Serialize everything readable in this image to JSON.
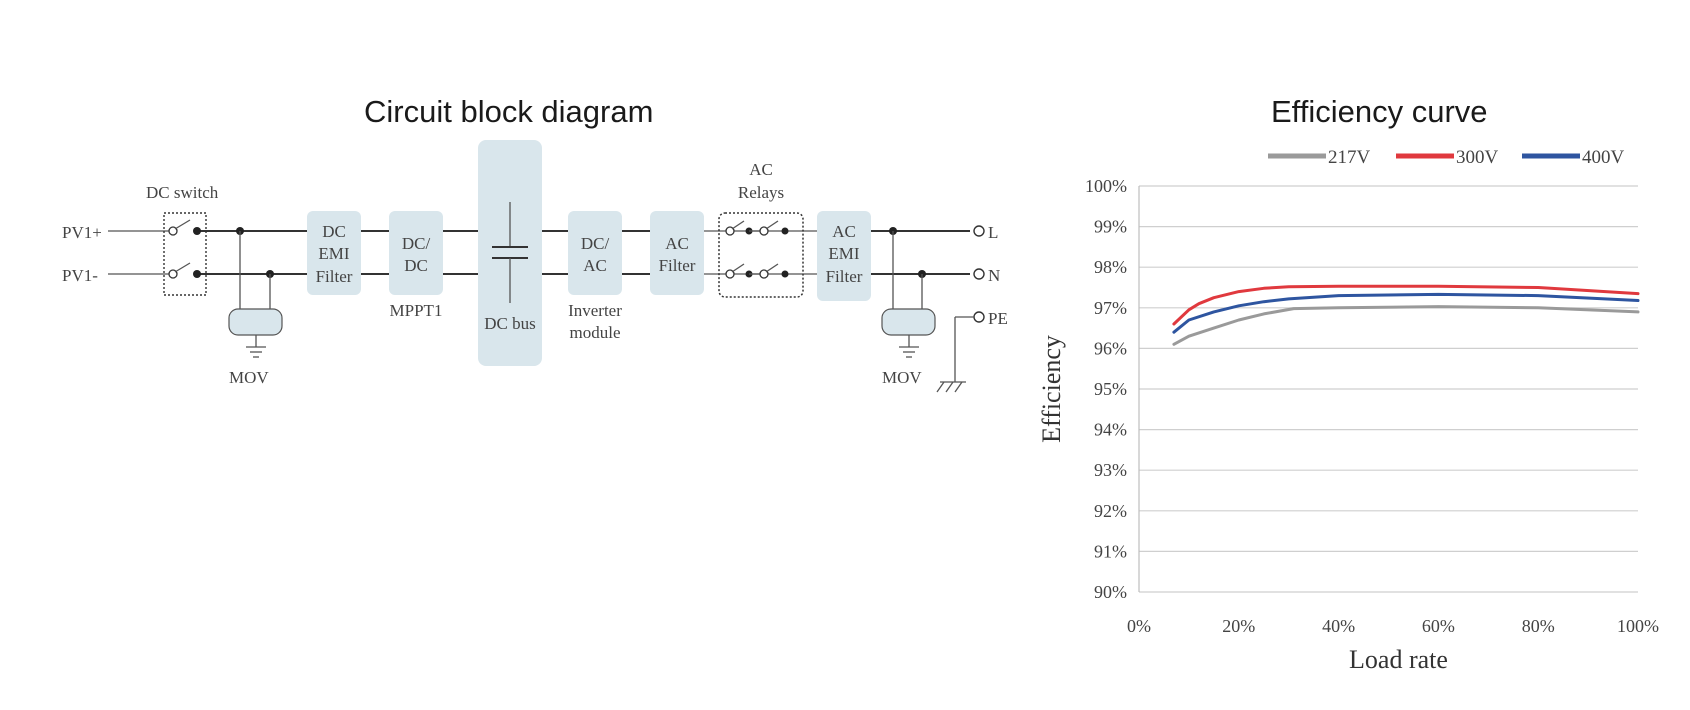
{
  "diagram": {
    "title": "Circuit block diagram",
    "inputs": {
      "pv_pos": "PV1+",
      "pv_neg": "PV1-"
    },
    "labels": {
      "dc_switch": "DC switch",
      "mov_left": "MOV",
      "mov_right": "MOV",
      "mppt": "MPPT1",
      "dc_bus": "DC bus",
      "inverter_line1": "Inverter",
      "inverter_line2": "module",
      "ac_relays_line1": "AC",
      "ac_relays_line2": "Relays"
    },
    "blocks": {
      "dc_emi": [
        "DC",
        "EMI",
        "Filter"
      ],
      "dcdc": [
        "DC/",
        "DC"
      ],
      "dcac": [
        "DC/",
        "AC"
      ],
      "ac_filter": [
        "AC",
        "Filter"
      ],
      "ac_emi": [
        "AC",
        "EMI",
        "Filter"
      ]
    },
    "outputs": {
      "l": "L",
      "n": "N",
      "pe": "PE"
    }
  },
  "chart": {
    "title": "Efficiency curve",
    "chart_data": {
      "type": "line",
      "xlabel": "Load rate",
      "ylabel": "Efficiency",
      "xlim": [
        0,
        100
      ],
      "ylim": [
        90,
        100
      ],
      "x_ticks": [
        "0%",
        "20%",
        "40%",
        "60%",
        "80%",
        "100%"
      ],
      "y_ticks": [
        "90%",
        "91%",
        "92%",
        "93%",
        "94%",
        "95%",
        "96%",
        "97%",
        "98%",
        "99%",
        "100%"
      ],
      "grid": true,
      "legend_position": "top",
      "series": [
        {
          "name": "217V",
          "color": "#9a9a9a",
          "x": [
            7,
            10,
            15,
            20,
            25,
            31,
            40,
            60,
            80,
            100
          ],
          "y": [
            96.1,
            96.3,
            96.5,
            96.7,
            96.85,
            96.98,
            97.0,
            97.03,
            97.0,
            96.9
          ]
        },
        {
          "name": "300V",
          "color": "#e0393e",
          "x": [
            7,
            10,
            12,
            15,
            20,
            25,
            30,
            40,
            60,
            80,
            100
          ],
          "y": [
            96.6,
            96.95,
            97.1,
            97.25,
            97.4,
            97.48,
            97.52,
            97.53,
            97.53,
            97.5,
            97.35
          ]
        },
        {
          "name": "400V",
          "color": "#2e55a0",
          "x": [
            7,
            10,
            15,
            20,
            25,
            30,
            40,
            60,
            80,
            100
          ],
          "y": [
            96.4,
            96.7,
            96.9,
            97.05,
            97.15,
            97.22,
            97.3,
            97.33,
            97.3,
            97.18
          ]
        }
      ]
    }
  }
}
